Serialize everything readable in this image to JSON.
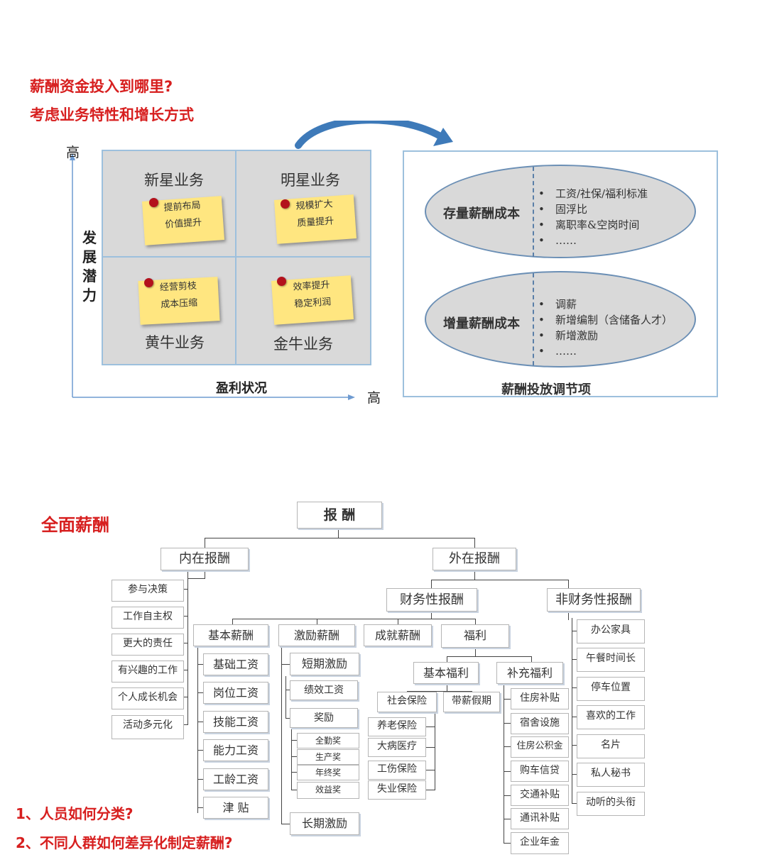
{
  "top": {
    "title1": "薪酬资金投入到哪里?",
    "title2": "考虑业务特性和增长方式",
    "y_axis_high": "高",
    "y_axis_label": "发展潜力",
    "x_axis_label": "盈利状况",
    "x_axis_high": "高",
    "quadrants": {
      "tl": {
        "name": "新星业务",
        "note1": "提前布局",
        "note2": "价值提升"
      },
      "tr": {
        "name": "明星业务",
        "note1": "规模扩大",
        "note2": "质量提升"
      },
      "bl": {
        "name": "黄牛业务",
        "note1": "经营剪枝",
        "note2": "成本压缩"
      },
      "br": {
        "name": "金牛业务",
        "note1": "效率提升",
        "note2": "稳定利润"
      }
    },
    "panel": {
      "caption": "薪酬投放调节项",
      "stock": {
        "title": "存量薪酬成本",
        "items": [
          "工资/社保/福利标准",
          "固浮比",
          "离职率&空岗时间",
          "……"
        ]
      },
      "increment": {
        "title": "增量薪酬成本",
        "items": [
          "调薪",
          "新增编制（含储备人才）",
          "新增激励",
          "……"
        ]
      }
    }
  },
  "bottom": {
    "title": "全面薪酬",
    "question1": "1、人员如何分类?",
    "question2": "2、不同人群如何差异化制定薪酬?",
    "root": "报 酬",
    "intrinsic": "内在报酬",
    "extrinsic": "外在报酬",
    "intrinsic_items": [
      "参与决策",
      "工作自主权",
      "更大的责任",
      "有兴趣的工作",
      "个人成长机会",
      "活动多元化"
    ],
    "financial": "财务性报酬",
    "nonfinancial": "非财务性报酬",
    "nonfinancial_items": [
      "办公家具",
      "午餐时间长",
      "停车位置",
      "喜欢的工作",
      "名片",
      "私人秘书",
      "动听的头衔"
    ],
    "basic_pay": "基本薪酬",
    "basic_pay_items": [
      "基础工资",
      "岗位工资",
      "技能工资",
      "能力工资",
      "工龄工资",
      "津 贴"
    ],
    "incentive_pay": "激励薪酬",
    "short_term": "短期激励",
    "performance_pay": "绩效工资",
    "bonus": "奖励",
    "bonus_items": [
      "全勤奖",
      "生产奖",
      "年终奖",
      "效益奖"
    ],
    "long_term": "长期激励",
    "achievement_pay": "成就薪酬",
    "welfare": "福利",
    "basic_welfare": "基本福利",
    "social_insurance": "社会保险",
    "paid_leave": "带薪假期",
    "social_items": [
      "养老保险",
      "大病医疗",
      "工伤保险",
      "失业保险"
    ],
    "supplement_welfare": "补充福利",
    "supplement_items": [
      "住房补贴",
      "宿舍设施",
      "住房公积金",
      "购车信贷",
      "交通补贴",
      "通讯补贴",
      "企业年金"
    ]
  }
}
